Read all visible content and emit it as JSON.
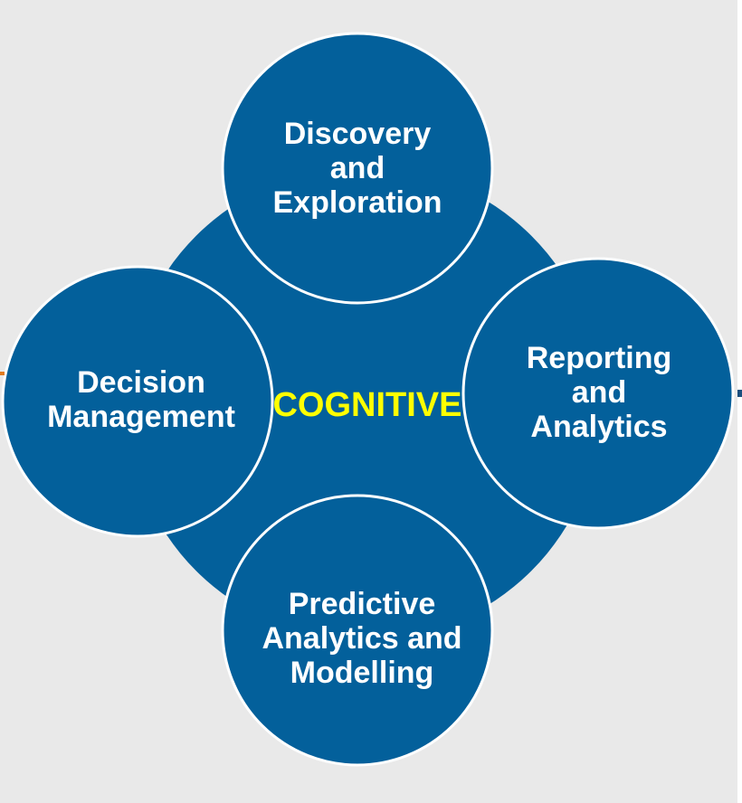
{
  "diagram": {
    "center_label": "COGNITIVE",
    "nodes": [
      {
        "id": "top",
        "label": "Discovery\nand\nExploration"
      },
      {
        "id": "left",
        "label": "Decision\nManagement"
      },
      {
        "id": "right",
        "label": "Reporting\nand Analytics"
      },
      {
        "id": "bottom",
        "label": "Predictive\nAnalytics and\nModelling"
      }
    ]
  },
  "colors": {
    "background": "#e9e9e9",
    "circle_fill": "#03609b",
    "circle_stroke": "#ffffff",
    "center_text": "#ffff00",
    "node_text": "#ffffff"
  }
}
